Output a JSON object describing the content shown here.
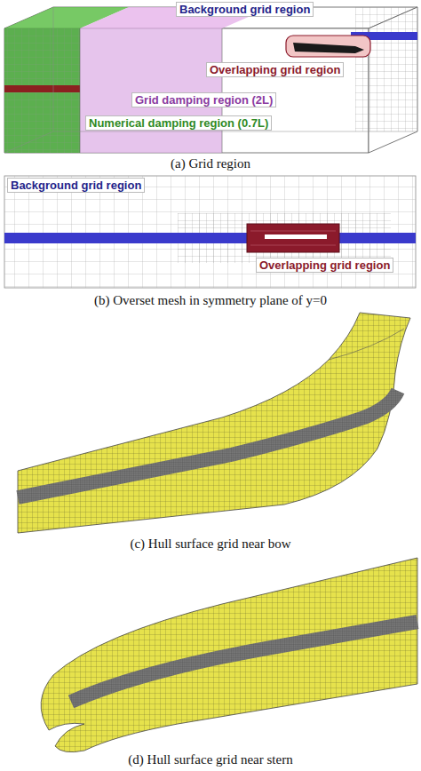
{
  "diagram": {
    "labels": [
      "Background grid region",
      "Overlapping grid region",
      "Grid damping region (2L)",
      "Numerical damping region (0.7L)",
      "(a) Grid region",
      "Background grid region",
      "Overlapping grid region",
      "(b) Overset mesh in symmetry plane of y=0",
      "(c) Hull surface grid near bow",
      "(d) Hull surface grid near stern"
    ]
  }
}
